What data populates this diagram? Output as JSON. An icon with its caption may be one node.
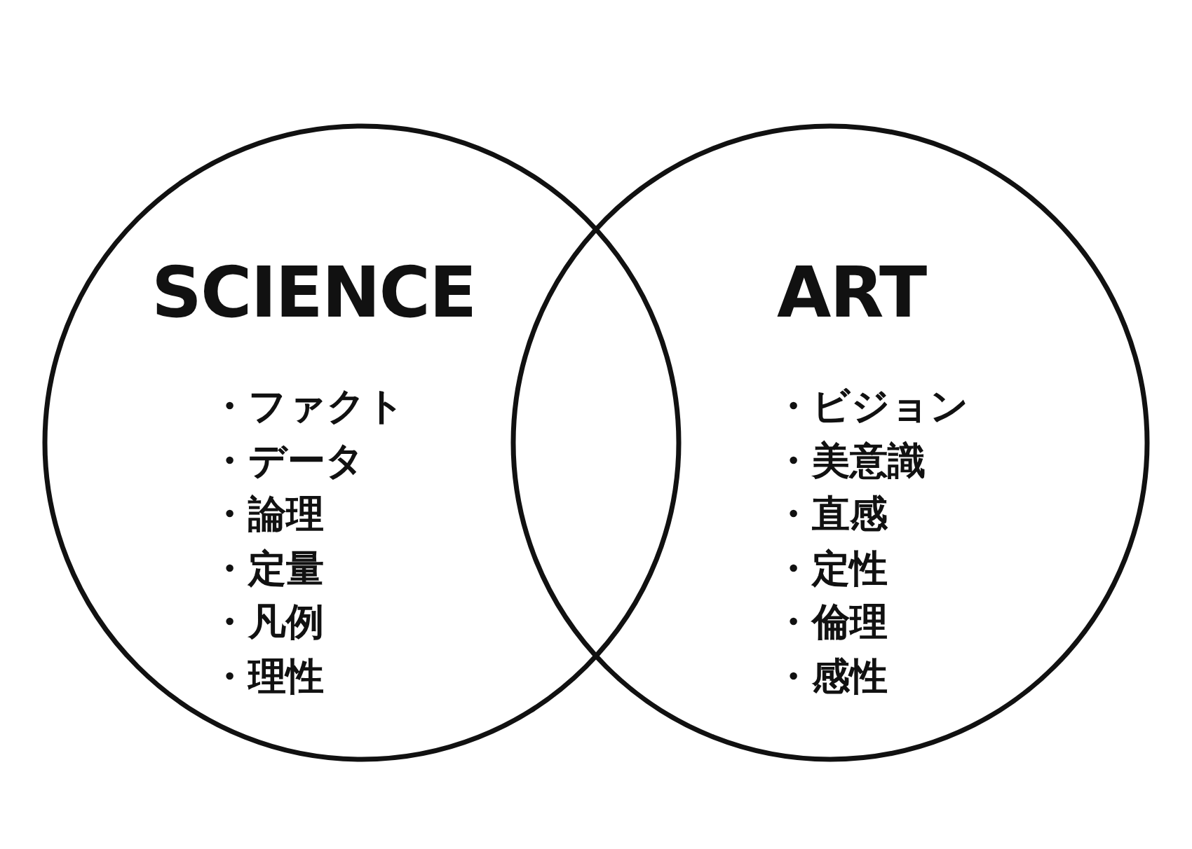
{
  "diagram": {
    "nodes": [
      {
        "text": [
          "SCIENCE",
          "・ファクト",
          "・データ",
          "・論理",
          "・定量",
          "・凡例",
          "・理性"
        ]
      },
      {
        "text": [
          "ART",
          "・ビジョン",
          "・美意識",
          "・直感",
          "・定性",
          "・倫理",
          "・感性"
        ]
      }
    ]
  }
}
